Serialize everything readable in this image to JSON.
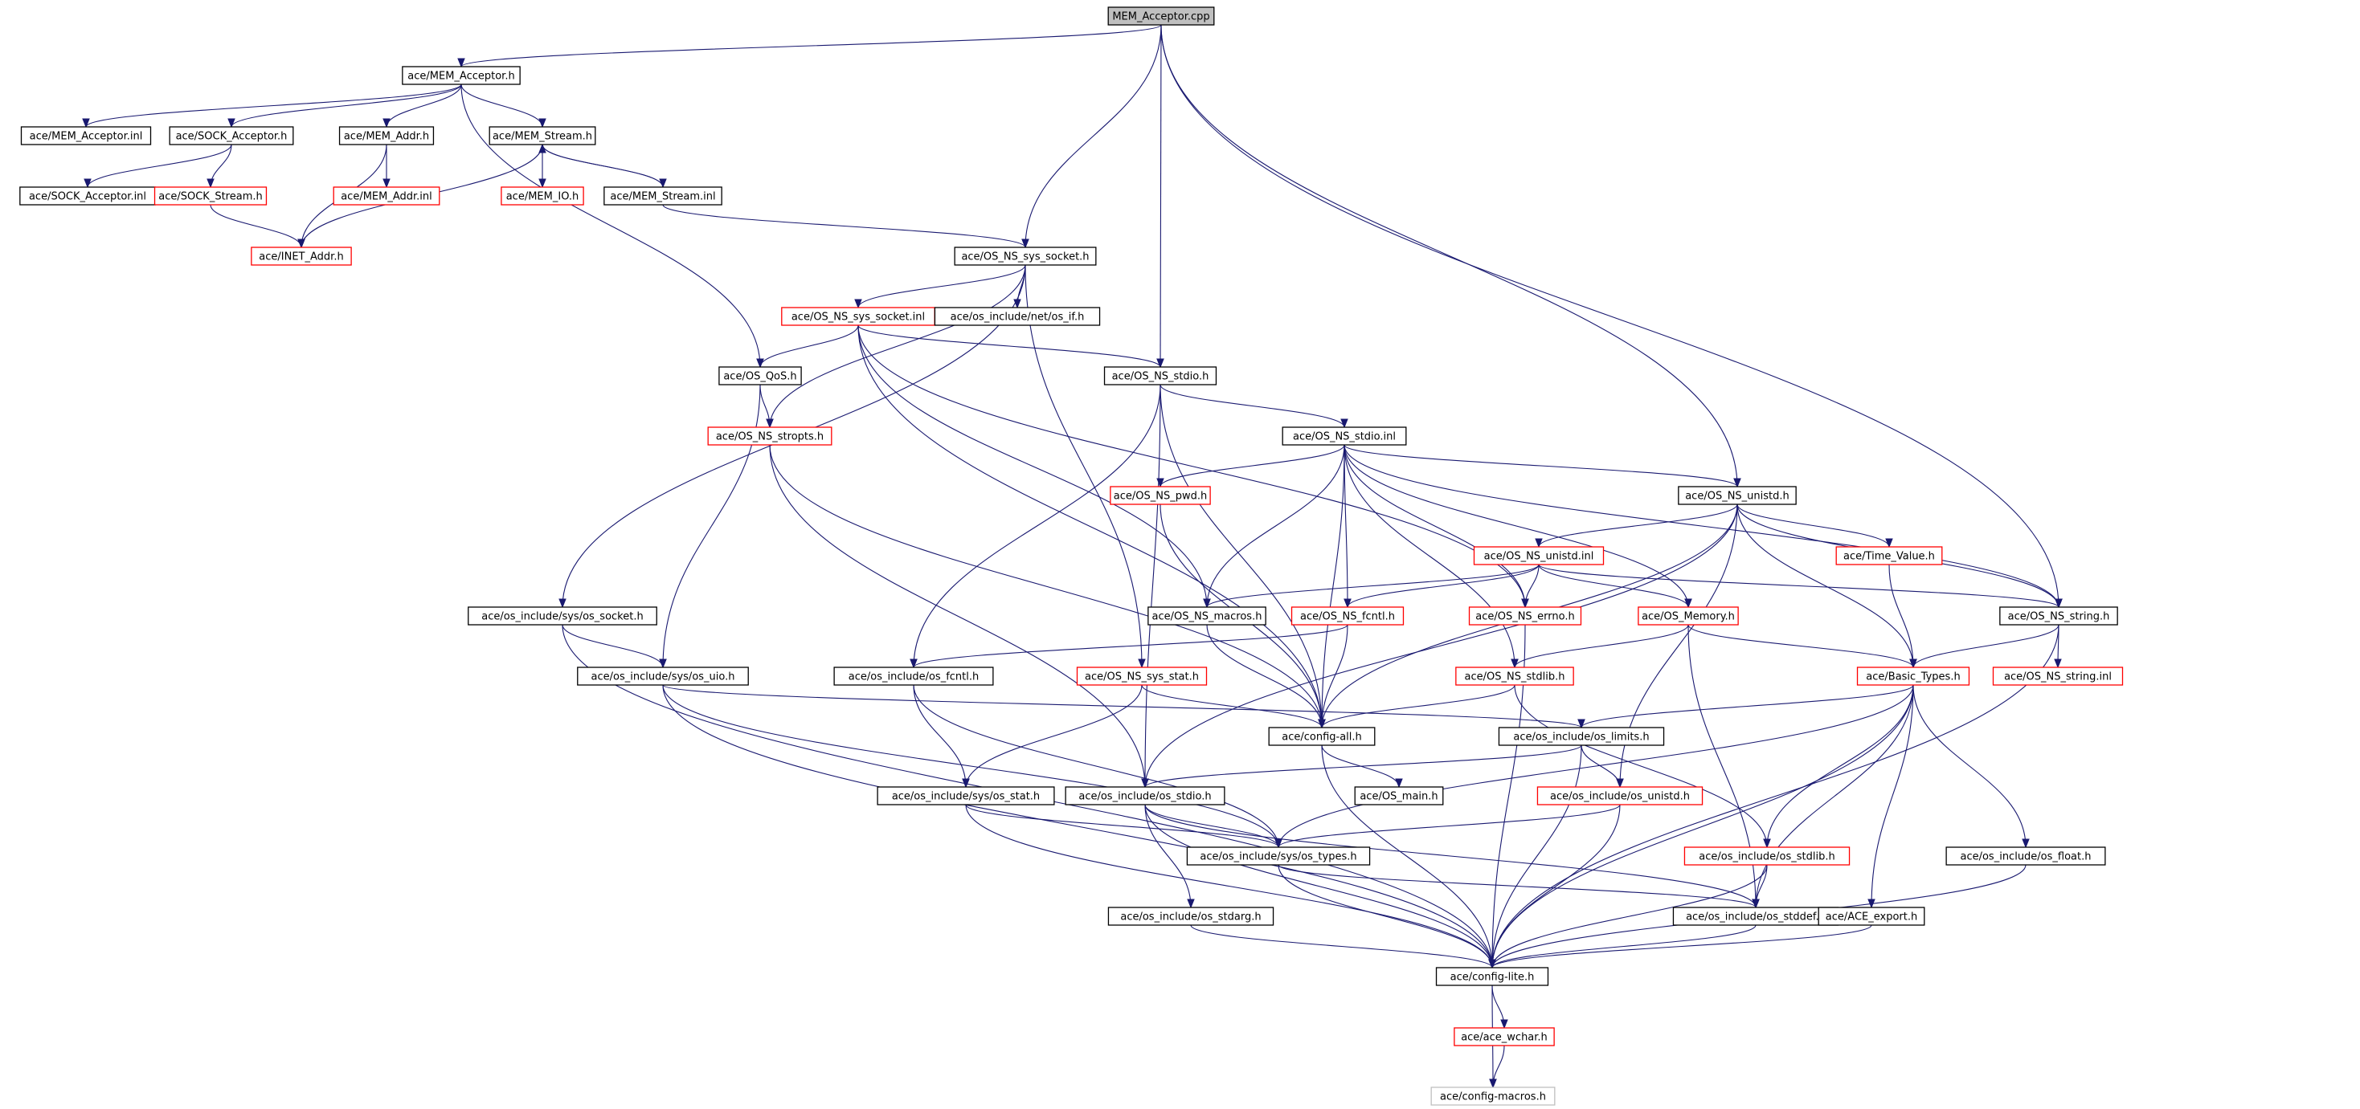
{
  "colors": {
    "edge": "#191970",
    "node_border": "#000000",
    "node_border_external": "#ff0000",
    "node_border_leaf": "#bfbfbf",
    "root_fill": "#bfbfbf",
    "node_fill": "#ffffff"
  },
  "nodes": [
    {
      "id": "n0",
      "label": "MEM_Acceptor.cpp",
      "kind": "root"
    },
    {
      "id": "n1",
      "label": "ace/MEM_Acceptor.h",
      "kind": "normal"
    },
    {
      "id": "n2",
      "label": "ace/MEM_Acceptor.inl",
      "kind": "normal"
    },
    {
      "id": "n3",
      "label": "ace/SOCK_Acceptor.h",
      "kind": "normal"
    },
    {
      "id": "n4",
      "label": "ace/MEM_Addr.h",
      "kind": "normal"
    },
    {
      "id": "n5",
      "label": "ace/MEM_Stream.h",
      "kind": "normal"
    },
    {
      "id": "n6",
      "label": "ace/SOCK_Acceptor.inl",
      "kind": "normal"
    },
    {
      "id": "n7",
      "label": "ace/SOCK_Stream.h",
      "kind": "external"
    },
    {
      "id": "n8",
      "label": "ace/MEM_Addr.inl",
      "kind": "external"
    },
    {
      "id": "n9",
      "label": "ace/MEM_IO.h",
      "kind": "external"
    },
    {
      "id": "n10",
      "label": "ace/MEM_Stream.inl",
      "kind": "normal"
    },
    {
      "id": "n11",
      "label": "ace/INET_Addr.h",
      "kind": "external"
    },
    {
      "id": "n12",
      "label": "ace/OS_NS_sys_socket.h",
      "kind": "normal"
    },
    {
      "id": "n13",
      "label": "ace/OS_NS_sys_socket.inl",
      "kind": "external"
    },
    {
      "id": "n14",
      "label": "ace/os_include/net/os_if.h",
      "kind": "normal"
    },
    {
      "id": "n15",
      "label": "ace/OS_QoS.h",
      "kind": "normal"
    },
    {
      "id": "n16",
      "label": "ace/OS_NS_stdio.h",
      "kind": "normal"
    },
    {
      "id": "n17",
      "label": "ace/OS_NS_stropts.h",
      "kind": "external"
    },
    {
      "id": "n18",
      "label": "ace/OS_NS_stdio.inl",
      "kind": "normal"
    },
    {
      "id": "n19",
      "label": "ace/OS_NS_pwd.h",
      "kind": "external"
    },
    {
      "id": "n20",
      "label": "ace/OS_NS_unistd.h",
      "kind": "normal"
    },
    {
      "id": "n21",
      "label": "ace/OS_NS_unistd.inl",
      "kind": "external"
    },
    {
      "id": "n22",
      "label": "ace/Time_Value.h",
      "kind": "external"
    },
    {
      "id": "n23",
      "label": "ace/os_include/sys/os_socket.h",
      "kind": "normal"
    },
    {
      "id": "n24",
      "label": "ace/OS_NS_macros.h",
      "kind": "normal"
    },
    {
      "id": "n25",
      "label": "ace/OS_NS_fcntl.h",
      "kind": "external"
    },
    {
      "id": "n26",
      "label": "ace/OS_NS_errno.h",
      "kind": "external"
    },
    {
      "id": "n27",
      "label": "ace/OS_Memory.h",
      "kind": "external"
    },
    {
      "id": "n28",
      "label": "ace/OS_NS_string.h",
      "kind": "normal"
    },
    {
      "id": "n29",
      "label": "ace/os_include/sys/os_uio.h",
      "kind": "normal"
    },
    {
      "id": "n30",
      "label": "ace/os_include/os_fcntl.h",
      "kind": "normal"
    },
    {
      "id": "n31",
      "label": "ace/OS_NS_sys_stat.h",
      "kind": "external"
    },
    {
      "id": "n32",
      "label": "ace/OS_NS_stdlib.h",
      "kind": "external"
    },
    {
      "id": "n33",
      "label": "ace/Basic_Types.h",
      "kind": "external"
    },
    {
      "id": "n34",
      "label": "ace/OS_NS_string.inl",
      "kind": "external"
    },
    {
      "id": "n35",
      "label": "ace/config-all.h",
      "kind": "normal"
    },
    {
      "id": "n36",
      "label": "ace/os_include/os_limits.h",
      "kind": "normal"
    },
    {
      "id": "n37",
      "label": "ace/os_include/sys/os_stat.h",
      "kind": "normal"
    },
    {
      "id": "n38",
      "label": "ace/os_include/os_stdio.h",
      "kind": "normal"
    },
    {
      "id": "n39",
      "label": "ace/OS_main.h",
      "kind": "normal"
    },
    {
      "id": "n40",
      "label": "ace/os_include/os_unistd.h",
      "kind": "external"
    },
    {
      "id": "n41",
      "label": "ace/os_include/sys/os_types.h",
      "kind": "normal"
    },
    {
      "id": "n42",
      "label": "ace/os_include/os_stdlib.h",
      "kind": "external"
    },
    {
      "id": "n43",
      "label": "ace/os_include/os_float.h",
      "kind": "normal"
    },
    {
      "id": "n44",
      "label": "ace/os_include/os_stdarg.h",
      "kind": "normal"
    },
    {
      "id": "n45",
      "label": "ace/os_include/os_stddef.h",
      "kind": "normal"
    },
    {
      "id": "n46",
      "label": "ace/ACE_export.h",
      "kind": "normal"
    },
    {
      "id": "n47",
      "label": "ace/config-lite.h",
      "kind": "normal"
    },
    {
      "id": "n48",
      "label": "ace/ace_wchar.h",
      "kind": "external"
    },
    {
      "id": "n49",
      "label": "ace/config-macros.h",
      "kind": "leaf"
    }
  ],
  "edges": [
    [
      "n0",
      "n1"
    ],
    [
      "n0",
      "n12"
    ],
    [
      "n0",
      "n16"
    ],
    [
      "n0",
      "n20"
    ],
    [
      "n0",
      "n28"
    ],
    [
      "n1",
      "n2"
    ],
    [
      "n1",
      "n3"
    ],
    [
      "n1",
      "n4"
    ],
    [
      "n1",
      "n5"
    ],
    [
      "n1",
      "n15"
    ],
    [
      "n3",
      "n6"
    ],
    [
      "n3",
      "n7"
    ],
    [
      "n4",
      "n8"
    ],
    [
      "n4",
      "n11"
    ],
    [
      "n5",
      "n9"
    ],
    [
      "n5",
      "n10"
    ],
    [
      "n5",
      "n11"
    ],
    [
      "n10",
      "n5"
    ],
    [
      "n10",
      "n12"
    ],
    [
      "n7",
      "n11"
    ],
    [
      "n12",
      "n13"
    ],
    [
      "n12",
      "n14"
    ],
    [
      "n12",
      "n17"
    ],
    [
      "n12",
      "n23"
    ],
    [
      "n12",
      "n31"
    ],
    [
      "n13",
      "n15"
    ],
    [
      "n13",
      "n16"
    ],
    [
      "n13",
      "n24"
    ],
    [
      "n13",
      "n26"
    ],
    [
      "n13",
      "n35"
    ],
    [
      "n15",
      "n17"
    ],
    [
      "n15",
      "n29"
    ],
    [
      "n16",
      "n18"
    ],
    [
      "n16",
      "n30"
    ],
    [
      "n16",
      "n35"
    ],
    [
      "n16",
      "n38"
    ],
    [
      "n17",
      "n35"
    ],
    [
      "n17",
      "n38"
    ],
    [
      "n18",
      "n19"
    ],
    [
      "n18",
      "n20"
    ],
    [
      "n18",
      "n24"
    ],
    [
      "n18",
      "n25"
    ],
    [
      "n18",
      "n26"
    ],
    [
      "n18",
      "n27"
    ],
    [
      "n18",
      "n28"
    ],
    [
      "n18",
      "n32"
    ],
    [
      "n18",
      "n35"
    ],
    [
      "n19",
      "n35"
    ],
    [
      "n20",
      "n21"
    ],
    [
      "n20",
      "n22"
    ],
    [
      "n20",
      "n28"
    ],
    [
      "n20",
      "n33"
    ],
    [
      "n20",
      "n35"
    ],
    [
      "n20",
      "n38"
    ],
    [
      "n20",
      "n40"
    ],
    [
      "n21",
      "n24"
    ],
    [
      "n21",
      "n25"
    ],
    [
      "n21",
      "n26"
    ],
    [
      "n21",
      "n27"
    ],
    [
      "n21",
      "n28"
    ],
    [
      "n22",
      "n33"
    ],
    [
      "n23",
      "n29"
    ],
    [
      "n23",
      "n47"
    ],
    [
      "n24",
      "n35"
    ],
    [
      "n25",
      "n30"
    ],
    [
      "n25",
      "n35"
    ],
    [
      "n26",
      "n47"
    ],
    [
      "n27",
      "n32"
    ],
    [
      "n27",
      "n33"
    ],
    [
      "n27",
      "n45"
    ],
    [
      "n28",
      "n33"
    ],
    [
      "n28",
      "n34"
    ],
    [
      "n28",
      "n47"
    ],
    [
      "n29",
      "n36"
    ],
    [
      "n29",
      "n41"
    ],
    [
      "n29",
      "n47"
    ],
    [
      "n30",
      "n37"
    ],
    [
      "n30",
      "n41"
    ],
    [
      "n31",
      "n35"
    ],
    [
      "n31",
      "n37"
    ],
    [
      "n32",
      "n35"
    ],
    [
      "n32",
      "n42"
    ],
    [
      "n33",
      "n36"
    ],
    [
      "n33",
      "n41"
    ],
    [
      "n33",
      "n42"
    ],
    [
      "n33",
      "n43"
    ],
    [
      "n33",
      "n45"
    ],
    [
      "n33",
      "n46"
    ],
    [
      "n33",
      "n47"
    ],
    [
      "n35",
      "n39"
    ],
    [
      "n35",
      "n47"
    ],
    [
      "n36",
      "n38"
    ],
    [
      "n36",
      "n40"
    ],
    [
      "n36",
      "n47"
    ],
    [
      "n37",
      "n41"
    ],
    [
      "n37",
      "n47"
    ],
    [
      "n38",
      "n41"
    ],
    [
      "n38",
      "n44"
    ],
    [
      "n38",
      "n45"
    ],
    [
      "n38",
      "n47"
    ],
    [
      "n40",
      "n41"
    ],
    [
      "n40",
      "n47"
    ],
    [
      "n41",
      "n45"
    ],
    [
      "n41",
      "n47"
    ],
    [
      "n42",
      "n45"
    ],
    [
      "n42",
      "n47"
    ],
    [
      "n43",
      "n47"
    ],
    [
      "n44",
      "n47"
    ],
    [
      "n45",
      "n47"
    ],
    [
      "n46",
      "n47"
    ],
    [
      "n47",
      "n48"
    ],
    [
      "n47",
      "n49"
    ],
    [
      "n48",
      "n49"
    ]
  ]
}
